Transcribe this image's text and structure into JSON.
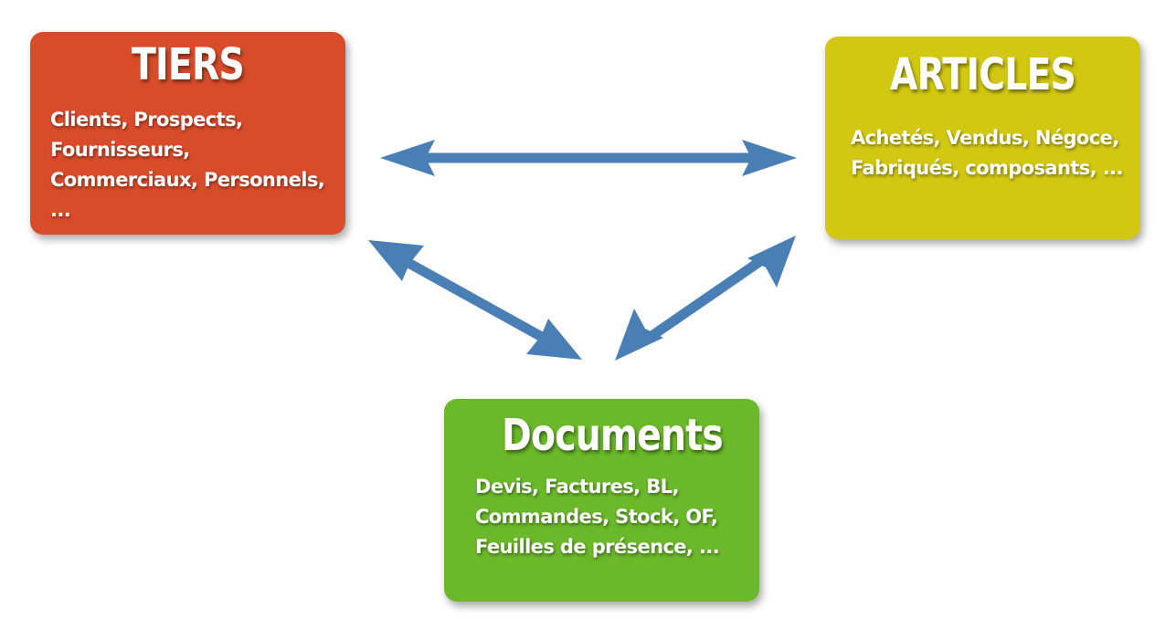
{
  "tiers": {
    "title": "TIERS",
    "lines": [
      "Clients, Prospects,",
      "Fournisseurs,",
      "Commerciaux, Personnels,",
      "..."
    ],
    "color": "#d94c2b"
  },
  "articles": {
    "title": "ARTICLES",
    "lines": [
      "Achetés, Vendus, Négoce,",
      "Fabriqués, composants, ..."
    ],
    "color": "#d2c812"
  },
  "documents": {
    "title": "Documents",
    "lines": [
      "Devis, Factures, BL,",
      "Commandes, Stock, OF,",
      "Feuilles de présence, ..."
    ],
    "color": "#6bb82a"
  },
  "arrow_color": "#4a7fb5"
}
